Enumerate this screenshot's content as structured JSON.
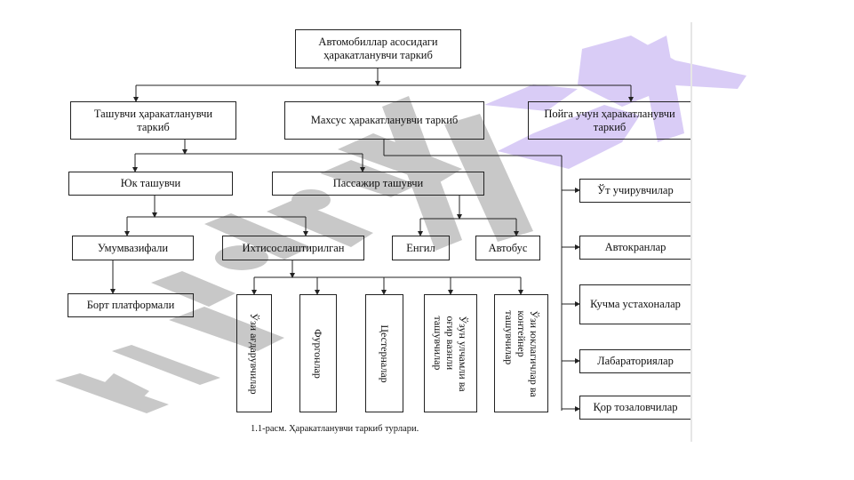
{
  "diagram": {
    "root": {
      "line1": "Автомобиллар асосидаги",
      "line2": "ҳаракатланувчи таркиб"
    },
    "level1": {
      "carrier": {
        "line1": "Ташувчи ҳаракатланувчи",
        "line2": "таркиб"
      },
      "special": {
        "label": "Махсус ҳаракатланувчи таркиб"
      },
      "racing": {
        "line1": "Пойга учун ҳаракатланувчи",
        "line2": "таркиб"
      }
    },
    "level2": {
      "cargo": {
        "label": "Юк ташувчи"
      },
      "passenger": {
        "label": "Пассажир ташувчи"
      }
    },
    "cargo_children": {
      "general": {
        "label": "Умумвазифали"
      },
      "specialized": {
        "label": "Ихтисослаштирилган"
      }
    },
    "passenger_children": {
      "light": {
        "label": "Енгил"
      },
      "bus": {
        "label": "Автобус"
      }
    },
    "general_children": {
      "flatbed": {
        "label": "Борт платформали"
      }
    },
    "specialized_children": [
      {
        "lines": [
          "Ўзи ағдарувчилар"
        ]
      },
      {
        "lines": [
          "Фургонлар"
        ]
      },
      {
        "lines": [
          "Цестерналар"
        ]
      },
      {
        "lines": [
          "Ўзун улчамли ва",
          "оғир вазнли",
          "ташувчилар"
        ]
      },
      {
        "lines": [
          "Ўзи юклагичлар ва",
          "контейнер",
          "ташувчилар"
        ]
      }
    ],
    "special_children": [
      {
        "label": "Ўт учирувчилар"
      },
      {
        "label": "Автокранлар"
      },
      {
        "label": "Кучма устахоналар"
      },
      {
        "label": "Лабараториялар"
      },
      {
        "label": "Қор тозаловчилар"
      }
    ],
    "caption": "1.1-расм. Ҳаракатланувчи таркиб турлари."
  },
  "watermark": {
    "text_gray": "Hujjat",
    "text_purple": "24",
    "color_gray": "#c8c8c8",
    "color_purple": "#d9ccf6"
  }
}
